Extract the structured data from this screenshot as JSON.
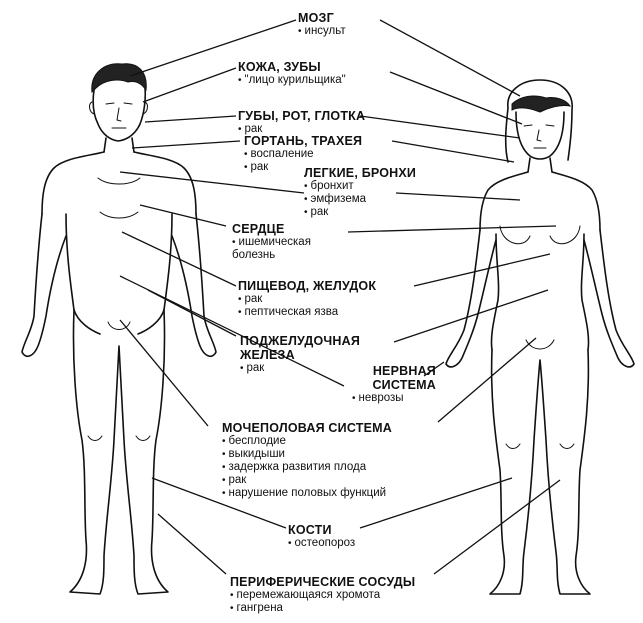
{
  "labels": {
    "brain": {
      "title": "МОЗГ",
      "items": [
        "инсульт"
      ]
    },
    "skin": {
      "title": "КОЖА, ЗУБЫ",
      "items": [
        "\"лицо курильщика\""
      ]
    },
    "lips": {
      "title": "ГУБЫ, РОТ, ГЛОТКА",
      "items": [
        "рак"
      ]
    },
    "larynx": {
      "title": "ГОРТАНЬ, ТРАХЕЯ",
      "items": [
        "воспаление",
        "рак"
      ]
    },
    "lungs": {
      "title": "ЛЕГКИЕ, БРОНХИ",
      "items": [
        "бронхит",
        "эмфизема",
        "рак"
      ]
    },
    "heart": {
      "title": "СЕРДЦЕ",
      "items": [
        "ишемическая болезнь"
      ]
    },
    "stomach": {
      "title": "ПИЩЕВОД, ЖЕЛУДОК",
      "items": [
        "рак",
        "пептическая язва"
      ]
    },
    "pancreas": {
      "title": "ПОДЖЕЛУДОЧНАЯ ЖЕЛЕЗА",
      "items": [
        "рак"
      ]
    },
    "nervous": {
      "title": "НЕРВНАЯ СИСТЕМА",
      "items": [
        "неврозы"
      ]
    },
    "urogenital": {
      "title": "МОЧЕПОЛОВАЯ СИСТЕМА",
      "items": [
        "бесплодие",
        "выкидыши",
        "задержка развития плода",
        "рак",
        "нарушение половых функций"
      ]
    },
    "bones": {
      "title": "КОСТИ",
      "items": [
        "остеопороз"
      ]
    },
    "vessels": {
      "title": "ПЕРИФЕРИЧЕСКИЕ СОСУДЫ",
      "items": [
        "перемежающаяся хромота",
        "гангрена"
      ]
    }
  }
}
